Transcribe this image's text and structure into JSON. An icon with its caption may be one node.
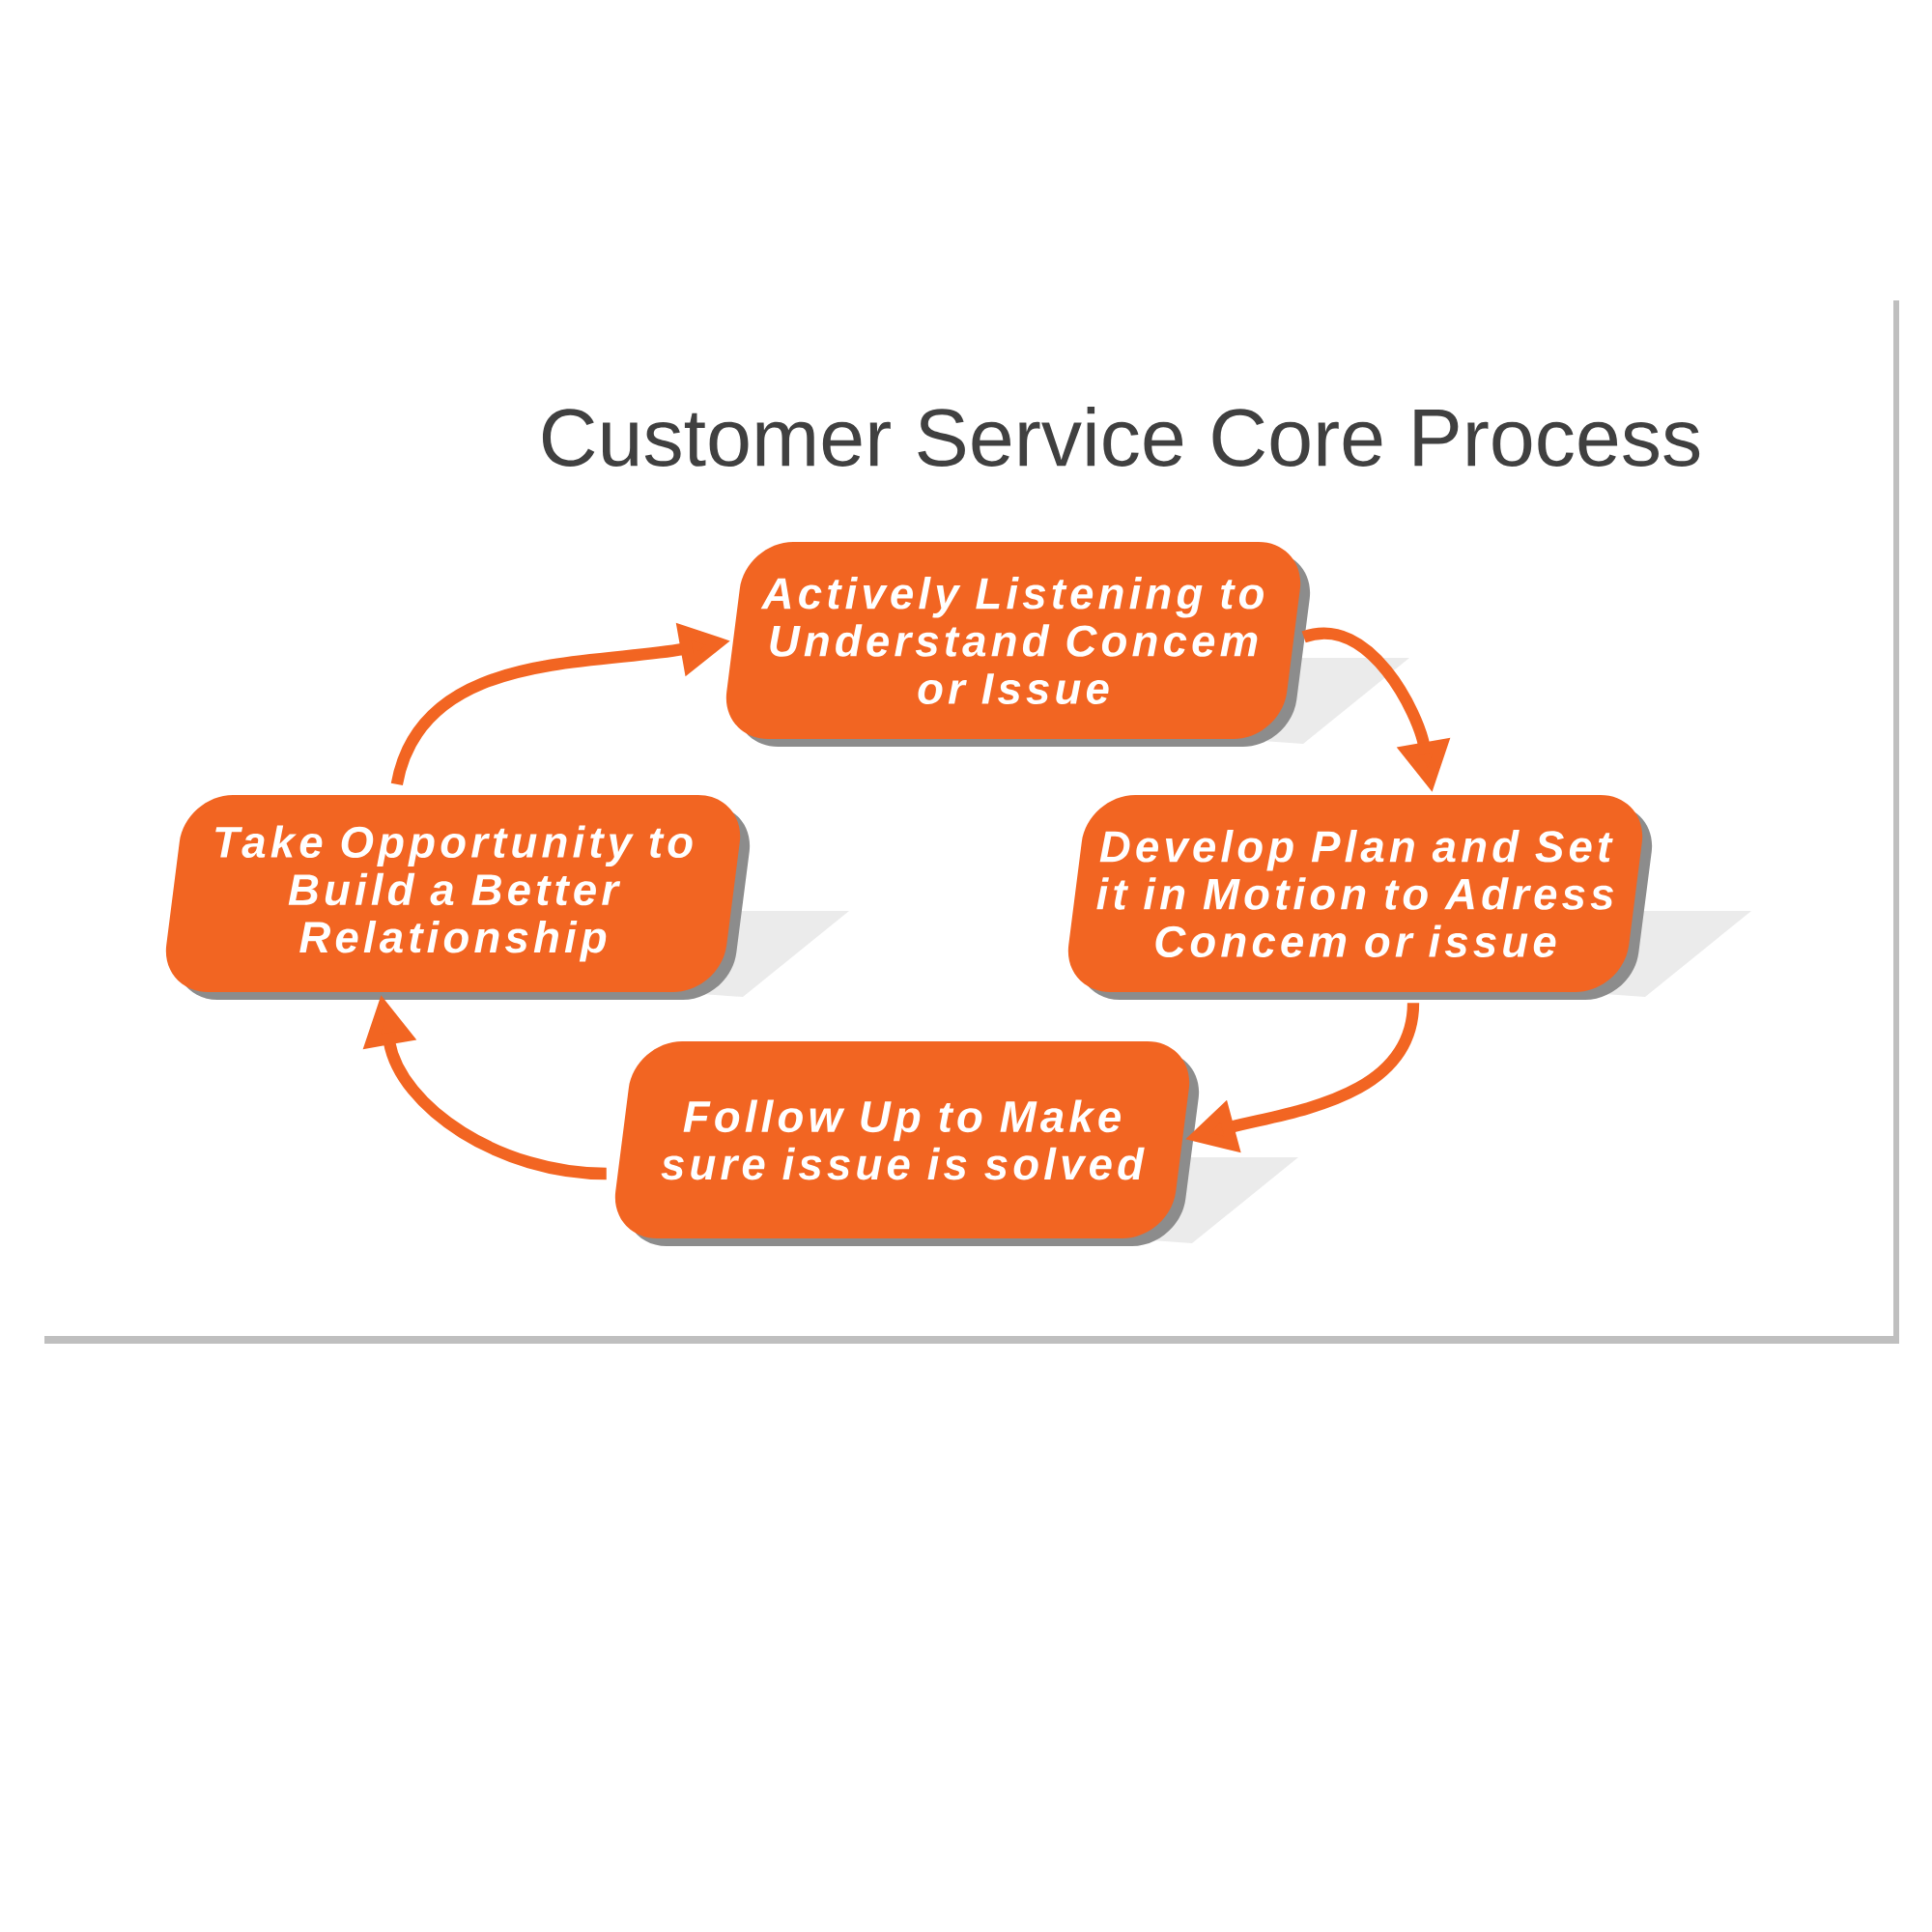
{
  "diagram": {
    "title": "Customer Service Core Process",
    "nodes": [
      {
        "text": [
          "Actively Listening to Understand Concem or Issue"
        ]
      },
      {
        "text": [
          "Take Opportunity to Build a Better Relationship"
        ]
      },
      {
        "text": [
          "Develop Plan and Set it in Motion to Adress Concem or issue"
        ]
      },
      {
        "text": [
          "Follow Up to Make sure issue is solved"
        ]
      }
    ],
    "edges": [
      {
        "from": 0,
        "to": 2,
        "arrow": "to"
      },
      {
        "from": 2,
        "to": 3,
        "arrow": "to"
      },
      {
        "from": 3,
        "to": 1,
        "arrow": "to"
      },
      {
        "from": 1,
        "to": 0,
        "arrow": "to"
      }
    ]
  }
}
